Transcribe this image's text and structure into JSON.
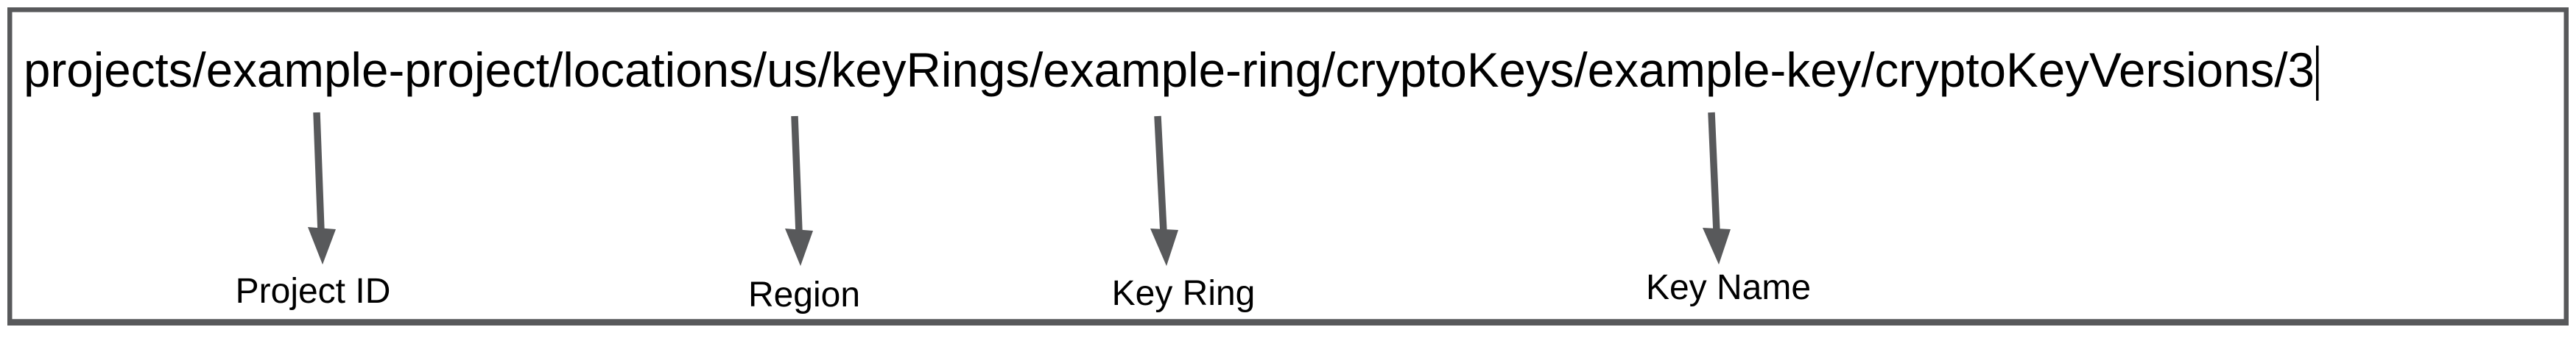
{
  "colors": {
    "frame-color": "#58595b",
    "arrow-color": "#58595b",
    "text-color": "#000000",
    "background": "#ffffff"
  },
  "resource_path": {
    "value": "projects/example-project/locations/us/keyRings/example-ring/cryptoKeys/example-key/cryptoKeyVersions/3",
    "version_number": "3"
  },
  "annotations": [
    {
      "label": "Project ID",
      "points_to": "example-project"
    },
    {
      "label": "Region",
      "points_to": "us"
    },
    {
      "label": "Key Ring",
      "points_to": "example-ring"
    },
    {
      "label": "Key Name",
      "points_to": "example-key"
    }
  ]
}
